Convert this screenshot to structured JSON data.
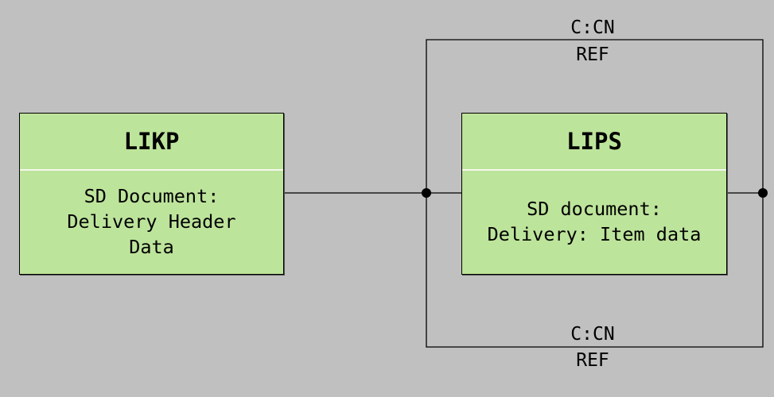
{
  "entities": {
    "likp": {
      "name": "LIKP",
      "description": "SD Document:\nDelivery Header\nData"
    },
    "lips": {
      "name": "LIPS",
      "description": "SD document:\nDelivery: Item data"
    }
  },
  "relations": {
    "top": {
      "cardinality": "C:CN",
      "type": "REF"
    },
    "bottom": {
      "cardinality": "C:CN",
      "type": "REF"
    }
  },
  "colors": {
    "background": "#c0c0c0",
    "entity_fill": "#bde49b",
    "line": "#000000"
  }
}
